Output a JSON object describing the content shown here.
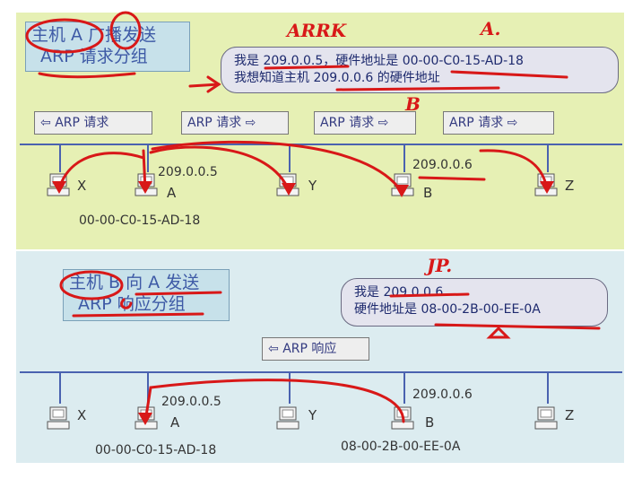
{
  "top": {
    "title_line1": "主机 A 广播发送",
    "title_line2": "ARP 请求分组",
    "bubble_line1": "我是 209.0.0.5，硬件地址是 00-00-C0-15-AD-18",
    "bubble_line2": "我想知道主机 209.0.0.6 的硬件地址",
    "messages": [
      "ARP 请求",
      "ARP 请求",
      "ARP 请求",
      "ARP 请求"
    ],
    "hosts": [
      "X",
      "A",
      "Y",
      "B",
      "Z"
    ],
    "ip_a": "209.0.0.5",
    "ip_b": "209.0.0.6",
    "mac_a": "00-00-C0-15-AD-18"
  },
  "bottom": {
    "title_line1": "主机 B 向 A 发送",
    "title_line2": "ARP 响应分组",
    "bubble_line1": "我是 209.0.0.6",
    "bubble_line2": "硬件地址是 08-00-2B-00-EE-0A",
    "message": "ARP 响应",
    "hosts": [
      "X",
      "A",
      "Y",
      "B",
      "Z"
    ],
    "ip_a": "209.0.0.5",
    "ip_b": "209.0.0.6",
    "mac_a": "00-00-C0-15-AD-18",
    "mac_b": "08-00-2B-00-EE-0A"
  },
  "annotations": {
    "top_word": "ARRK",
    "letter_a": "A.",
    "letter_b": "B",
    "reply_word": "JP."
  },
  "colors": {
    "top_background": "#e6f0b4",
    "bottom_background": "#dcecf0",
    "bus": "#4a62b0",
    "ink": "#d81818",
    "title_text": "#3e5aa6"
  }
}
